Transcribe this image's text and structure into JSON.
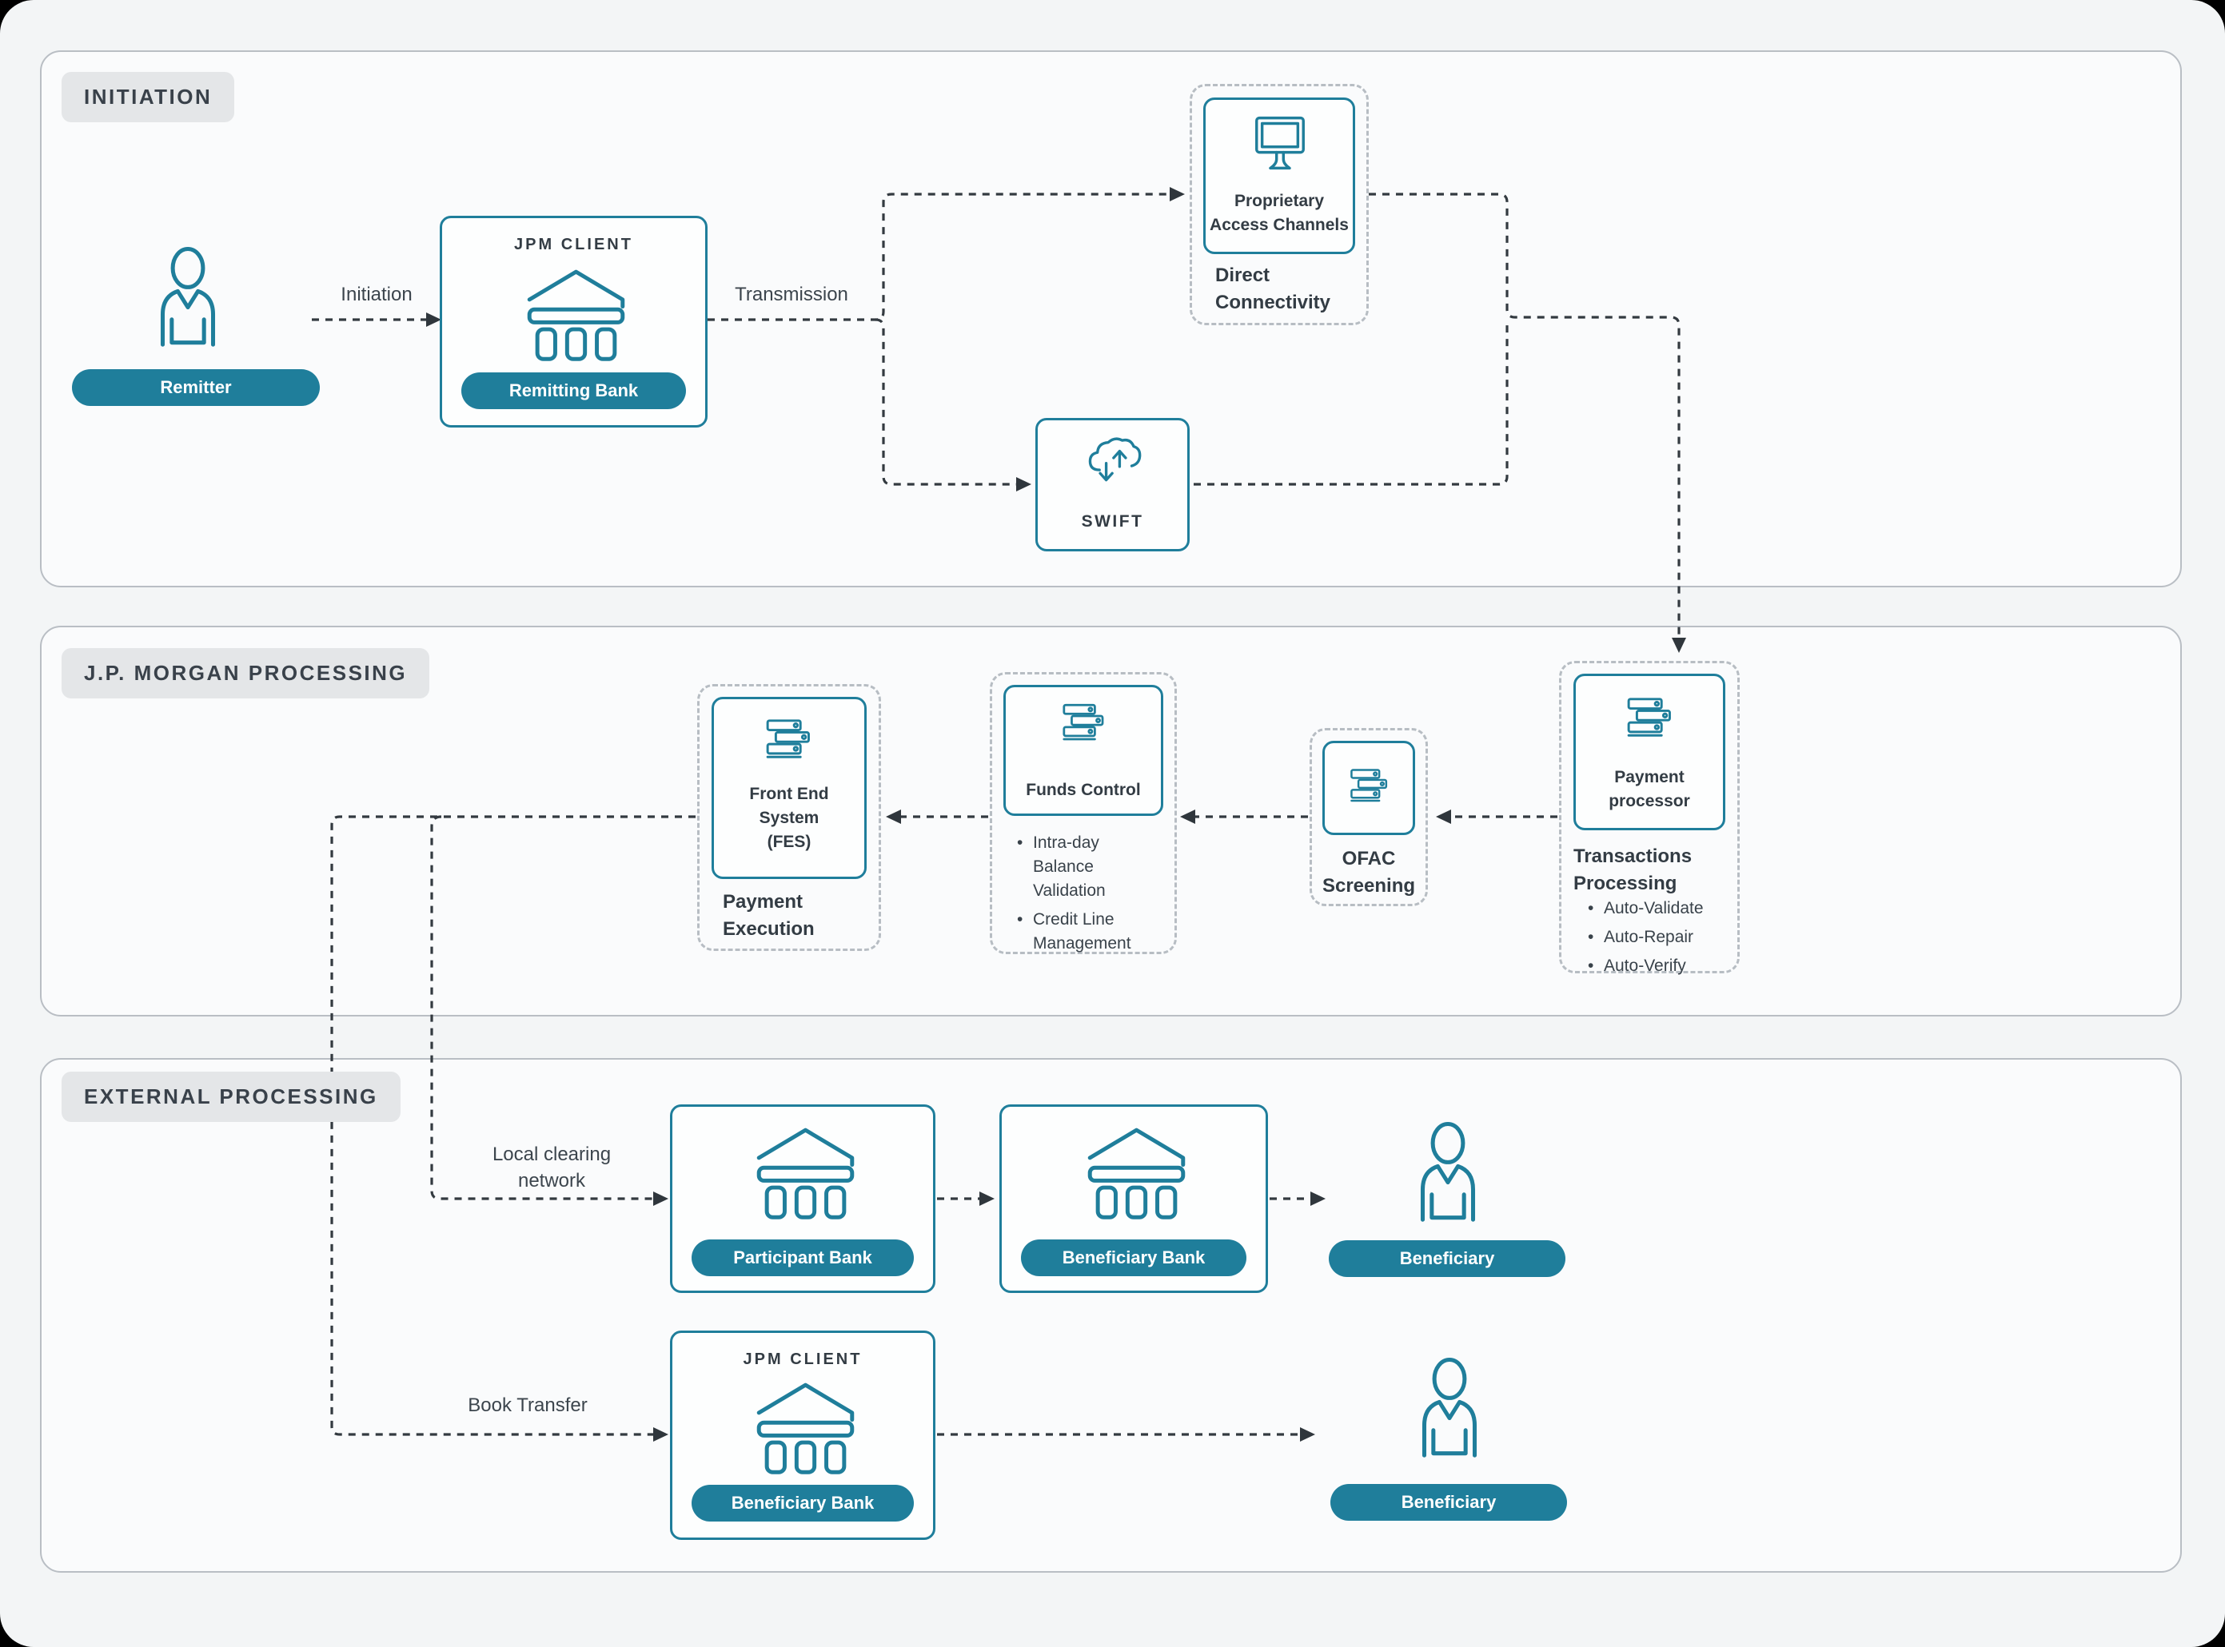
{
  "colors": {
    "teal": "#1f7e9b",
    "dark_text": "#333c44",
    "connector": "#333a40",
    "chip_bg": "#e4e6e8"
  },
  "sections": {
    "initiation_chip": "INITIATION",
    "jpm_chip": "J.P. MORGAN PROCESSING",
    "external_chip": "EXTERNAL PROCESSING"
  },
  "initiation": {
    "remitter_pill": "Remitter",
    "initiation_arrow_label": "Initiation",
    "remitting_bank": {
      "tag": "JPM CLIENT",
      "pill": "Remitting Bank"
    },
    "transmission_arrow_label": "Transmission",
    "proprietary": {
      "line1": "Proprietary",
      "line2": "Access Channels"
    },
    "direct_connectivity": {
      "line1": "Direct",
      "line2": "Connectivity"
    },
    "swift_label": "SWIFT"
  },
  "jpm": {
    "payment_processor": {
      "line1": "Payment",
      "line2": "processor"
    },
    "transactions": {
      "line1": "Transactions",
      "line2": "Processing",
      "bullets": [
        "Auto-Validate",
        "Auto-Repair",
        "Auto-Verify"
      ]
    },
    "ofac": {
      "line1": "OFAC",
      "line2": "Screening"
    },
    "funds_control": {
      "label": "Funds Control",
      "bullets": [
        "Intra-day Balance Validation",
        "Credit Line Management"
      ]
    },
    "fes": {
      "line1": "Front End",
      "line2": "System",
      "line3": "(FES)",
      "caption_line1": "Payment",
      "caption_line2": "Execution"
    }
  },
  "external": {
    "local_clearing": {
      "line1": "Local clearing",
      "line2": "network"
    },
    "participant_bank_pill": "Participant Bank",
    "beneficiary_bank_pill": "Beneficiary Bank",
    "beneficiary_pill": "Beneficiary",
    "book_transfer_label": "Book Transfer",
    "jpm_bank": {
      "tag": "JPM CLIENT",
      "pill": "Beneficiary Bank"
    },
    "beneficiary2_pill": "Beneficiary"
  }
}
